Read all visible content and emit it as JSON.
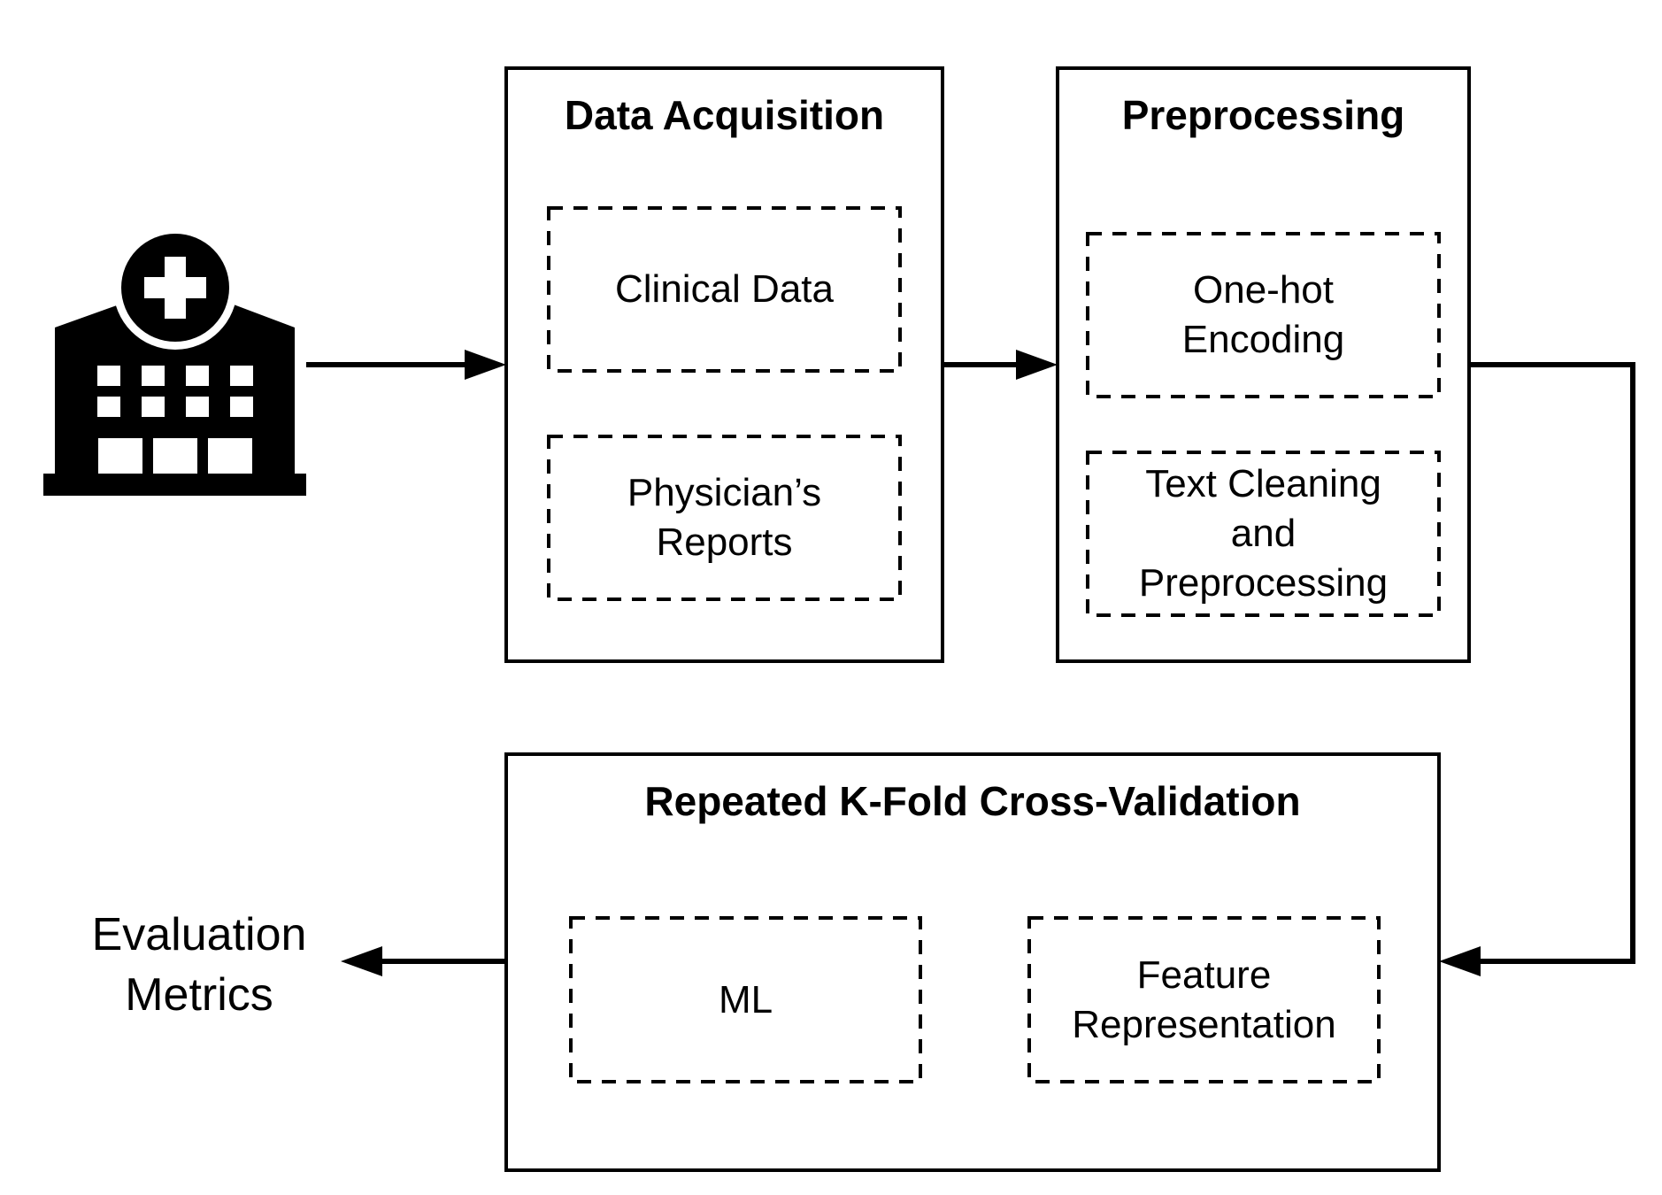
{
  "stages": {
    "acquisition": {
      "title": "Data Acquisition",
      "items": [
        "Clinical Data",
        "Physician’s\nReports"
      ]
    },
    "preprocessing": {
      "title": "Preprocessing",
      "items": [
        "One-hot\nEncoding",
        "Text Cleaning\nand\nPreprocessing"
      ]
    },
    "cross_validation": {
      "title": "Repeated K-Fold Cross-Validation",
      "items": [
        "ML",
        "Feature\nRepresentation"
      ]
    }
  },
  "output": {
    "label": "Evaluation\nMetrics"
  },
  "icons": {
    "source": "hospital-icon"
  },
  "colors": {
    "stroke": "#000000",
    "background": "#ffffff"
  }
}
